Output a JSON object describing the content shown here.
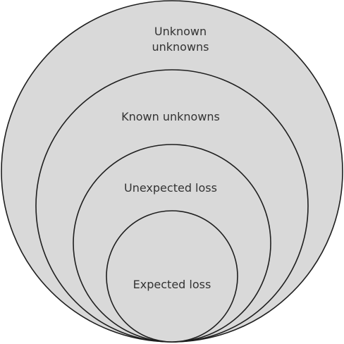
{
  "diagram": {
    "fill_color": "#d9d9d9",
    "stroke_color": "#1f1f1f",
    "label_color": "#333333",
    "rings": [
      {
        "label_lines": [
          "Unknown",
          "unknowns"
        ]
      },
      {
        "label_lines": [
          "Known unknowns"
        ]
      },
      {
        "label_lines": [
          "Unexpected loss"
        ]
      },
      {
        "label_lines": [
          "Expected loss"
        ]
      }
    ]
  }
}
